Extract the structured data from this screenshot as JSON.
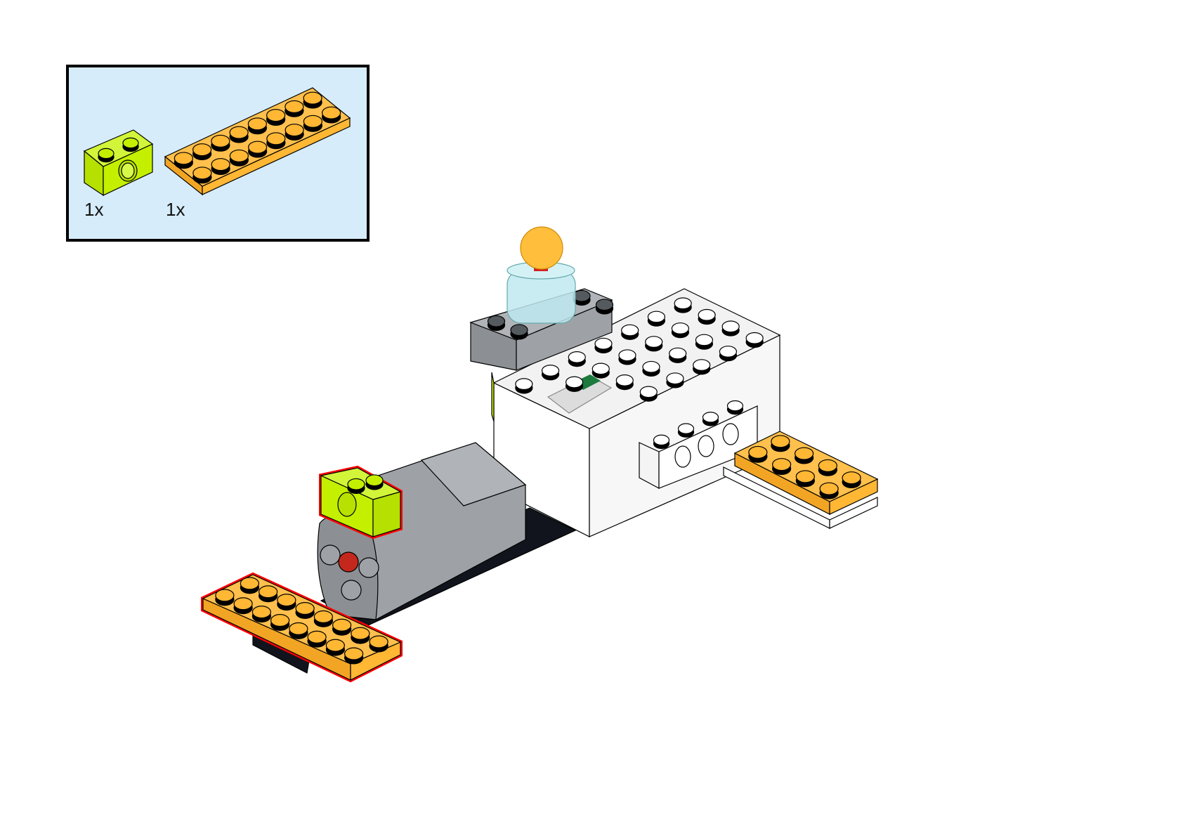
{
  "parts_callout": {
    "items": [
      {
        "part": "technic-brick-1x2-lime",
        "quantity": "1x"
      },
      {
        "part": "plate-2x8-orange",
        "quantity": "1x"
      }
    ]
  },
  "colors": {
    "callout_bg": "#d6ecfb",
    "lime": "#c4f000",
    "orange": "#ffb734",
    "highlight": "#ff0000",
    "gray": "#9ea2a6",
    "dark_gray": "#7f8387"
  }
}
